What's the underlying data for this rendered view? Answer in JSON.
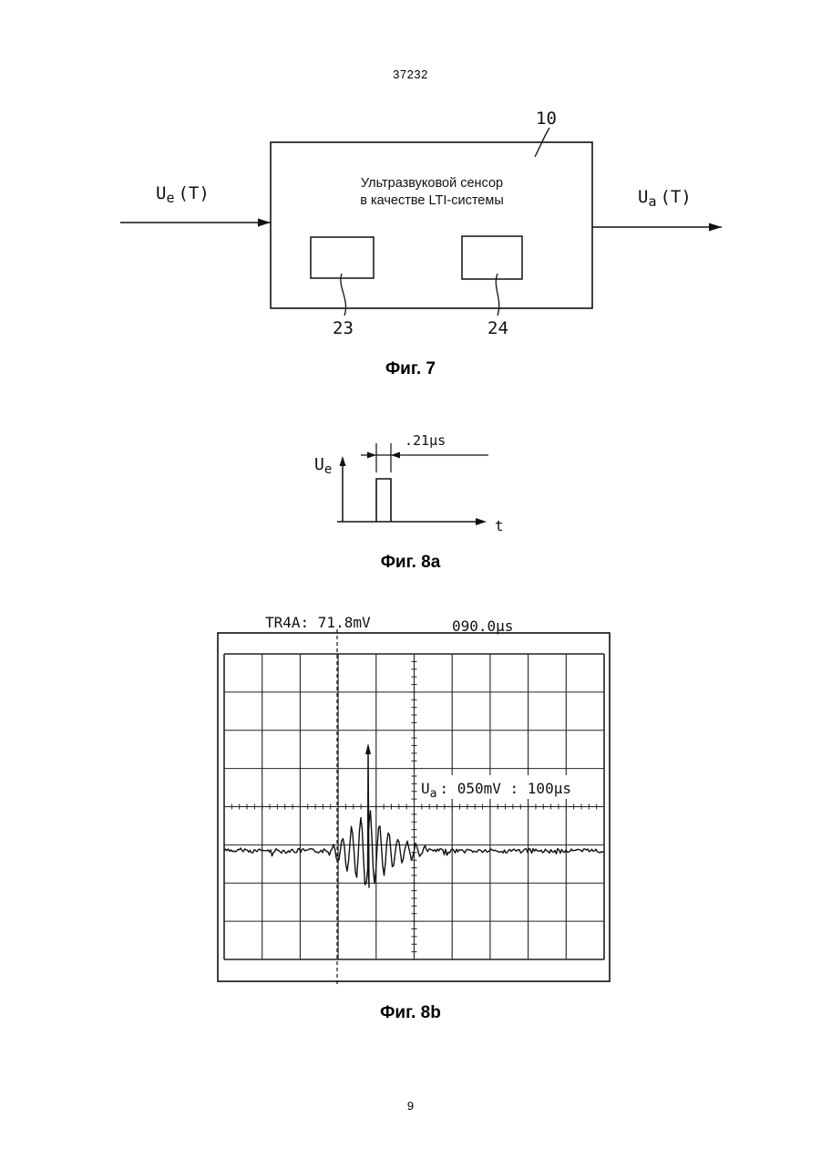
{
  "header": {
    "document_number": "37232"
  },
  "fig7": {
    "caption": "Фиг. 7",
    "box_label_line1": "Ультразвуковой сенсор",
    "box_label_line2": "в качестве LTI-системы",
    "ref_box": "10",
    "ref_left": "23",
    "ref_right": "24",
    "input_main": "U",
    "input_sub": "e",
    "input_arg": "(T)",
    "output_main": "U",
    "output_sub": "a",
    "output_arg": "(T)"
  },
  "fig8a": {
    "caption": "Фиг. 8a",
    "pulse_width_label": ".21µs",
    "y_main": "U",
    "y_sub": "e",
    "x_label": "t"
  },
  "fig8b": {
    "caption": "Фиг. 8b",
    "trigger_readout": "TR4A: 71.8mV",
    "time_readout": "090.0µs",
    "scale_main": "U",
    "scale_sub": "a",
    "scale_rest": ": 050mV : 100µs"
  },
  "footer": {
    "page_number": "9"
  }
}
